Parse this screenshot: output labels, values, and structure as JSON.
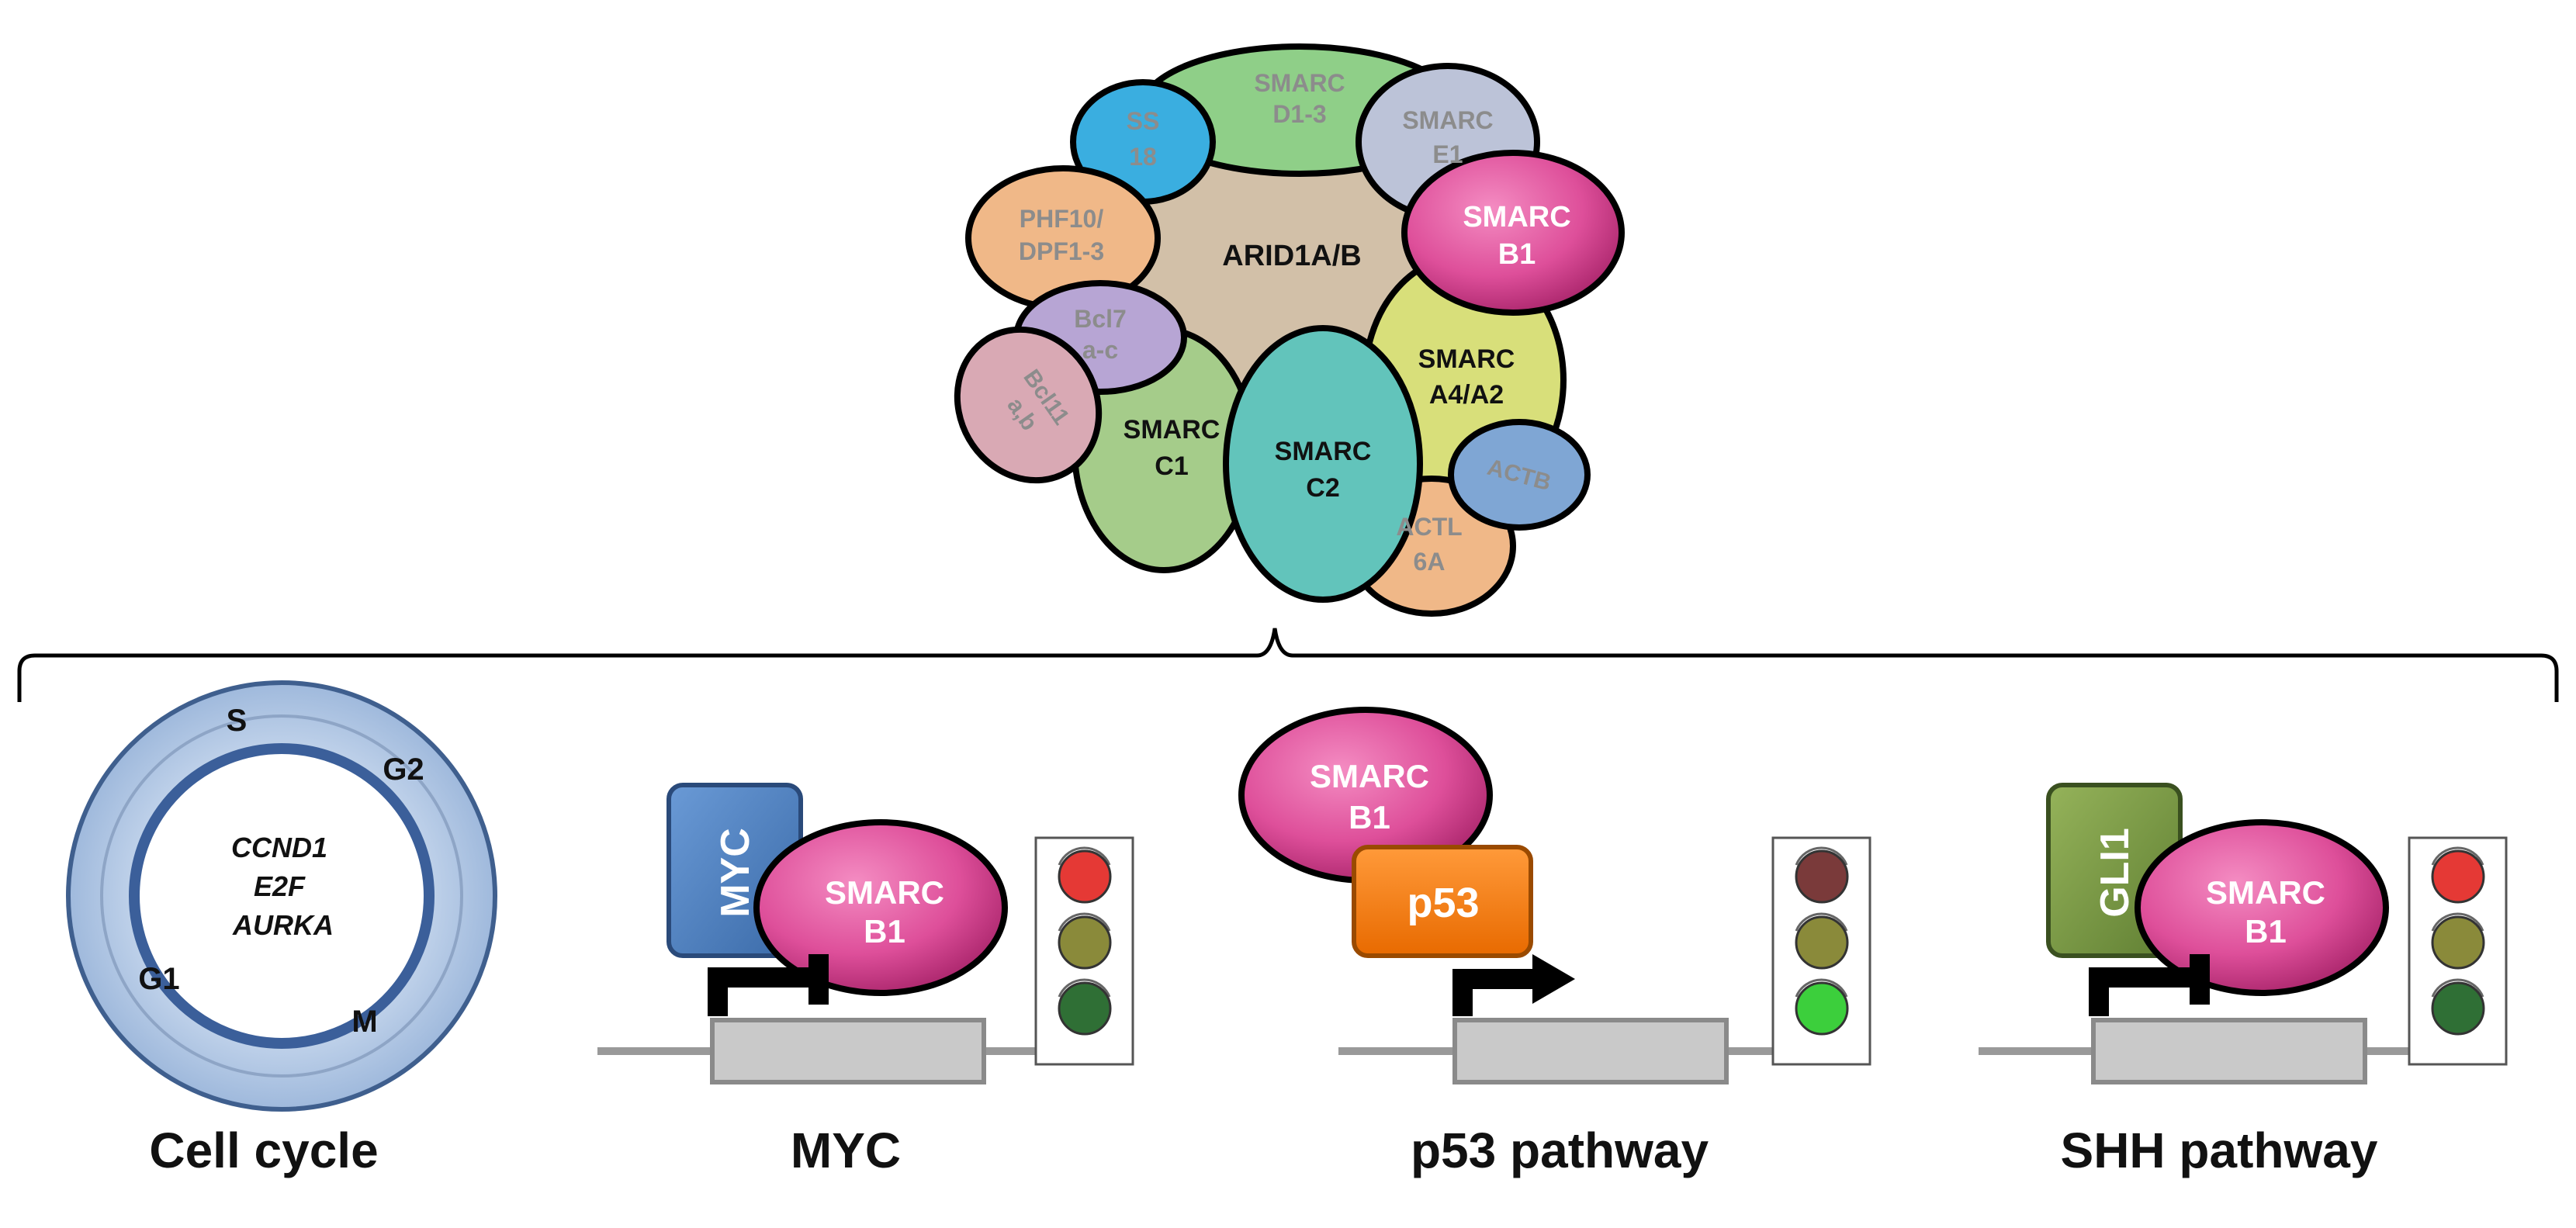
{
  "complex": {
    "subunits": {
      "arid1ab": "ARID1A/B",
      "smarcd": [
        "SMARC",
        "D1-3"
      ],
      "smarce1": [
        "SMARC",
        "E1"
      ],
      "ss18": [
        "SS",
        "18"
      ],
      "phf10": [
        "PHF10/",
        "DPF1-3"
      ],
      "smarcb1": [
        "SMARC",
        "B1"
      ],
      "bcl7": [
        "Bcl7",
        "a-c"
      ],
      "bcl11": [
        "Bcl11",
        "a,b"
      ],
      "smarcc1": [
        "SMARC",
        "C1"
      ],
      "smarcc2": [
        "SMARC",
        "C2"
      ],
      "smarca": [
        "SMARC",
        "A4/A2"
      ],
      "actb": "ACTB",
      "actl6a": [
        "ACTL",
        "6A"
      ]
    }
  },
  "panels": {
    "cell_cycle": {
      "label": "Cell cycle",
      "phases": [
        "S",
        "G2",
        "M",
        "G1"
      ],
      "genes": [
        "CCND1",
        "E2F",
        "AURKA"
      ]
    },
    "myc": {
      "label": "MYC",
      "factor": "MYC",
      "partner": [
        "SMARC",
        "B1"
      ],
      "lights": [
        "#e53935",
        "#8a8a3a",
        "#2f6f35"
      ]
    },
    "p53": {
      "label": "p53 pathway",
      "factor": "p53",
      "partner": [
        "SMARC",
        "B1"
      ],
      "lights": [
        "#7a3a3a",
        "#8a8a3a",
        "#3ccf3c"
      ]
    },
    "shh": {
      "label": "SHH pathway",
      "factor": "GLI1",
      "partner": [
        "SMARC",
        "B1"
      ],
      "lights": [
        "#e53935",
        "#8a8a3a",
        "#2f6f35"
      ]
    }
  },
  "colors": {
    "arid": "#d2c0a8",
    "smarcb1": "#e0589f",
    "myc_box": "#4a80c4",
    "p53_box": "#ff7a10",
    "gli1_box": "#7a9a45"
  }
}
